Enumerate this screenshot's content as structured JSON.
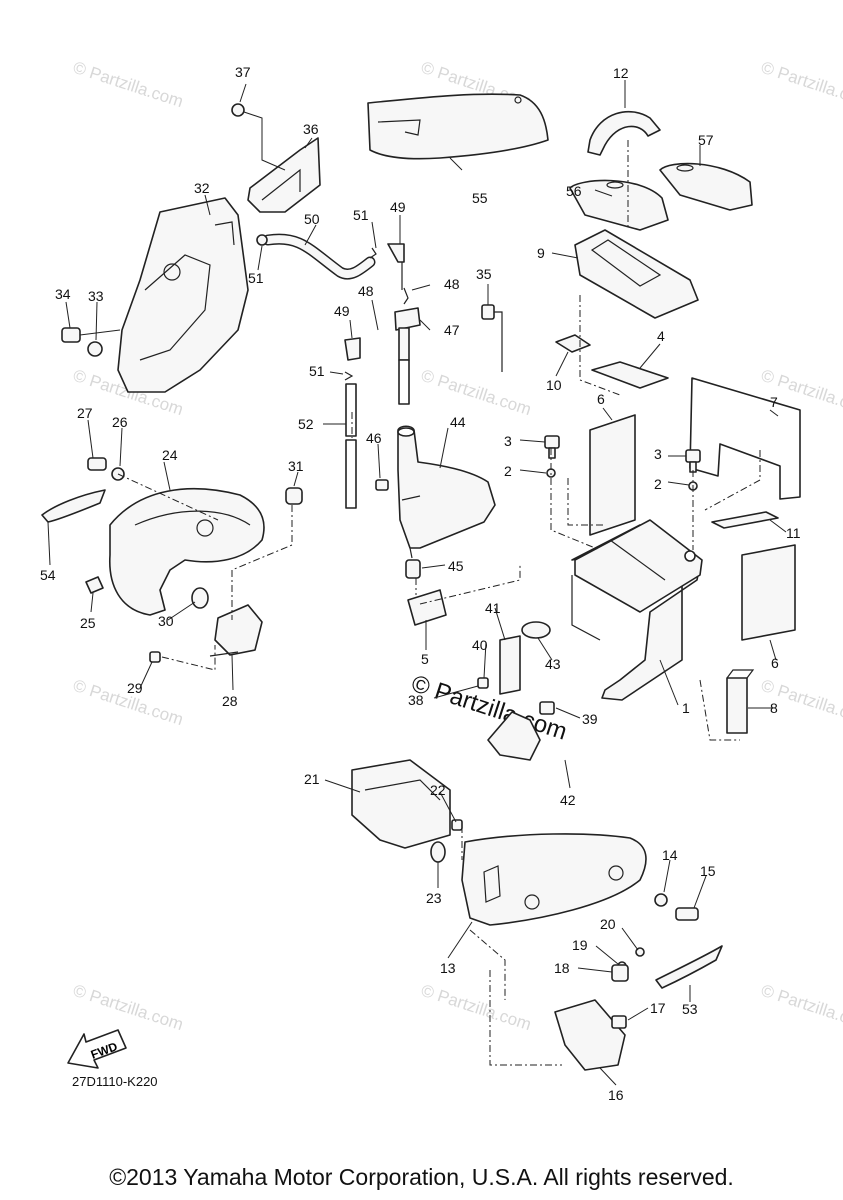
{
  "diagram": {
    "code": "27D1110-K220",
    "fwd_label": "FWD",
    "watermark": "© Partzilla.com",
    "watermark_center": "© Partzilla.com",
    "callouts": [
      "1",
      "2",
      "3",
      "4",
      "5",
      "6",
      "7",
      "8",
      "9",
      "10",
      "11",
      "12",
      "13",
      "14",
      "15",
      "16",
      "17",
      "18",
      "19",
      "20",
      "21",
      "22",
      "23",
      "24",
      "25",
      "26",
      "27",
      "28",
      "29",
      "30",
      "31",
      "32",
      "33",
      "34",
      "35",
      "36",
      "37",
      "38",
      "39",
      "40",
      "41",
      "42",
      "43",
      "44",
      "45",
      "46",
      "47",
      "48",
      "49",
      "50",
      "51",
      "52",
      "53",
      "54",
      "55",
      "56",
      "57"
    ]
  },
  "footer": {
    "copyright": "©2013 Yamaha Motor Corporation, U.S.A. All rights reserved."
  }
}
